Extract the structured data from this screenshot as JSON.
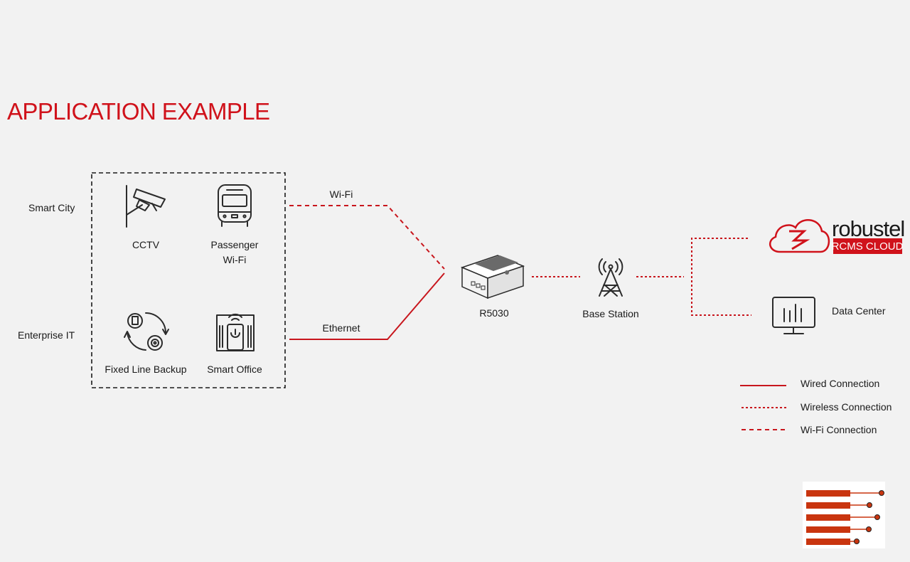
{
  "title": "APPLICATION EXAMPLE",
  "rows": {
    "smart_city": "Smart City",
    "enterprise_it": "Enterprise IT"
  },
  "devices": {
    "cctv": "CCTV",
    "passenger_wifi_line1": "Passenger",
    "passenger_wifi_line2": "Wi-Fi",
    "fixed_line_backup": "Fixed Line Backup",
    "smart_office": "Smart Office"
  },
  "links": {
    "wifi": "Wi-Fi",
    "ethernet": "Ethernet"
  },
  "router": "R5030",
  "base_station": "Base Station",
  "cloud": {
    "brand": "robustel",
    "product": "RCMS CLOUD"
  },
  "data_center": "Data Center",
  "legend": {
    "wired": "Wired Connection",
    "wireless": "Wireless Connection",
    "wifi": "Wi-Fi Connection"
  },
  "colors": {
    "accent": "#d0121b",
    "line": "#c8161d",
    "background": "#f2f2f2",
    "logo_bars": "#c9350f"
  }
}
